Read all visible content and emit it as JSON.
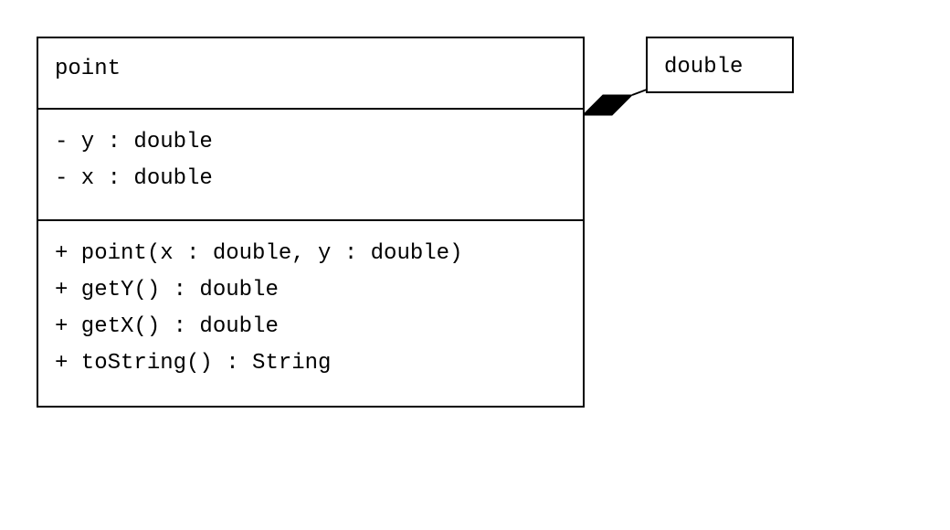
{
  "class": {
    "name": "point",
    "attributes": [
      "- y : double",
      "- x : double"
    ],
    "operations": [
      "+ point(x : double, y : double)",
      "+ getY() : double",
      "+ getX() : double",
      "+ toString() : String"
    ]
  },
  "associated_type": {
    "name": "double"
  },
  "relationship": {
    "kind": "composition",
    "diamond_color": "#000000"
  }
}
